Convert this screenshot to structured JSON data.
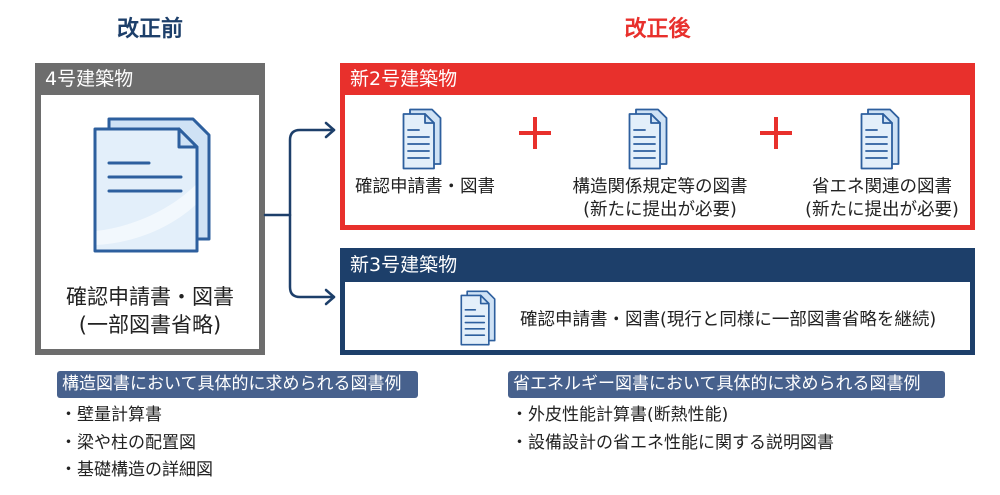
{
  "colors": {
    "navy": "#1d3f6a",
    "red": "#e8302c",
    "gray": "#6d6d6d",
    "slate": "#47618d",
    "doc_fill": "#e3effa",
    "doc_back": "#cfe2f5",
    "doc_stroke": "#2d5f9e",
    "text": "#222222"
  },
  "icons": {
    "document": "document-icon",
    "plus": "plus-icon",
    "arrow": "branch-arrow-icon"
  },
  "before": {
    "heading": "改正前",
    "box": {
      "title": "4号建築物",
      "lines": [
        "確認申請書・図書",
        "(一部図書省略)"
      ]
    },
    "examples": {
      "label": "構造図書において具体的に求められる図書例",
      "items": [
        "・壁量計算書",
        "・梁や柱の配置図",
        "・基礎構造の詳細図"
      ]
    }
  },
  "after": {
    "heading": "改正後",
    "new2": {
      "title": "新2号建築物",
      "docs": [
        {
          "lines": [
            "確認申請書・図書"
          ]
        },
        {
          "lines": [
            "構造関係規定等の図書",
            "(新たに提出が必要)"
          ]
        },
        {
          "lines": [
            "省エネ関連の図書",
            "(新たに提出が必要)"
          ]
        }
      ]
    },
    "new3": {
      "title": "新3号建築物",
      "text": "確認申請書・図書(現行と同様に一部図書省略を継続)"
    },
    "examples": {
      "label": "省エネルギー図書において具体的に求められる図書例",
      "items": [
        "・外皮性能計算書(断熱性能)",
        "・設備設計の省エネ性能に関する説明図書"
      ]
    }
  }
}
